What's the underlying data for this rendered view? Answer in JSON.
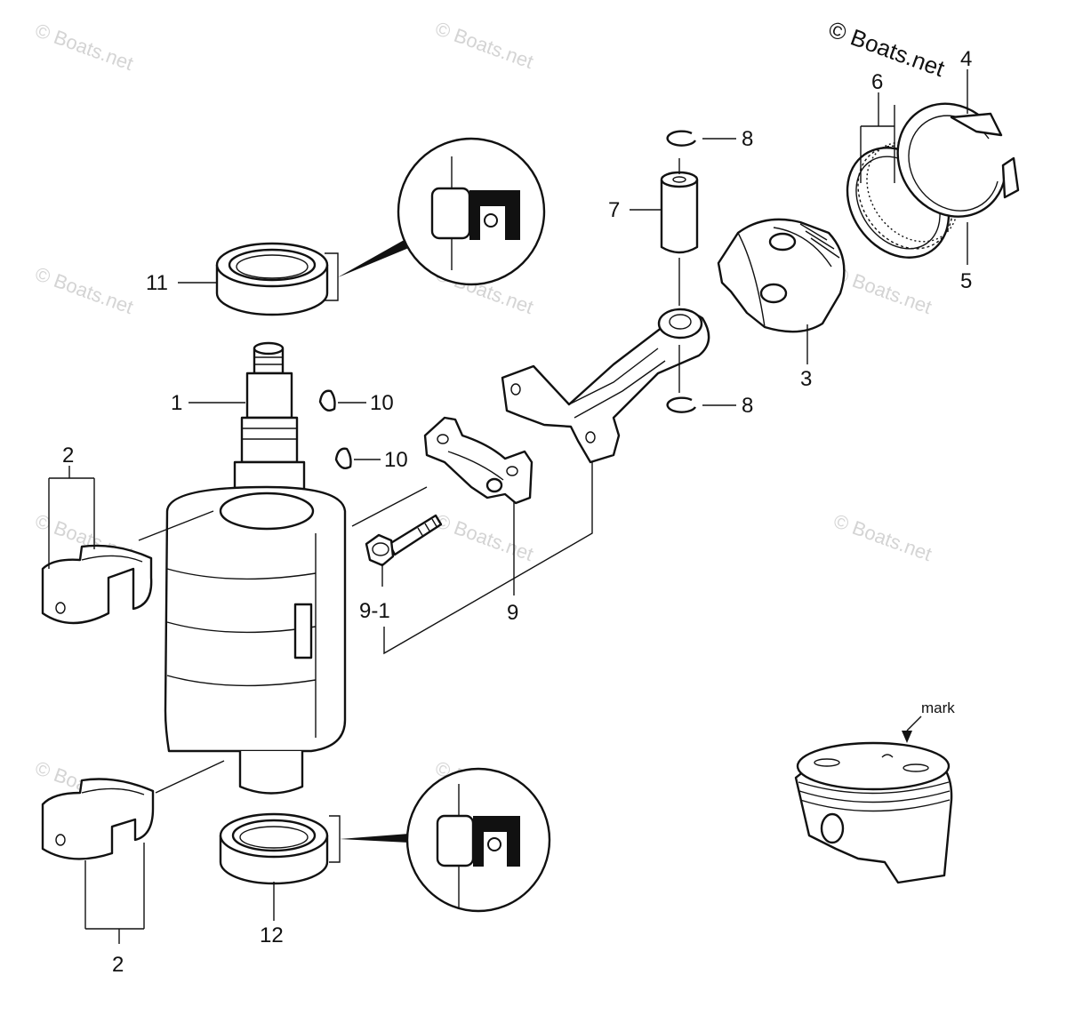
{
  "watermark": {
    "text": "© Boats.net"
  },
  "copyright": "© Boats.net",
  "labels": {
    "p1": "1",
    "p2_top": "2",
    "p2_bottom": "2",
    "p3": "3",
    "p4": "4",
    "p5": "5",
    "p6": "6",
    "p7": "7",
    "p8_top": "8",
    "p8_bottom": "8",
    "p9": "9",
    "p9_1": "9-1",
    "p10_top": "10",
    "p10_bottom": "10",
    "p11": "11",
    "p12": "12",
    "mark": "mark"
  }
}
